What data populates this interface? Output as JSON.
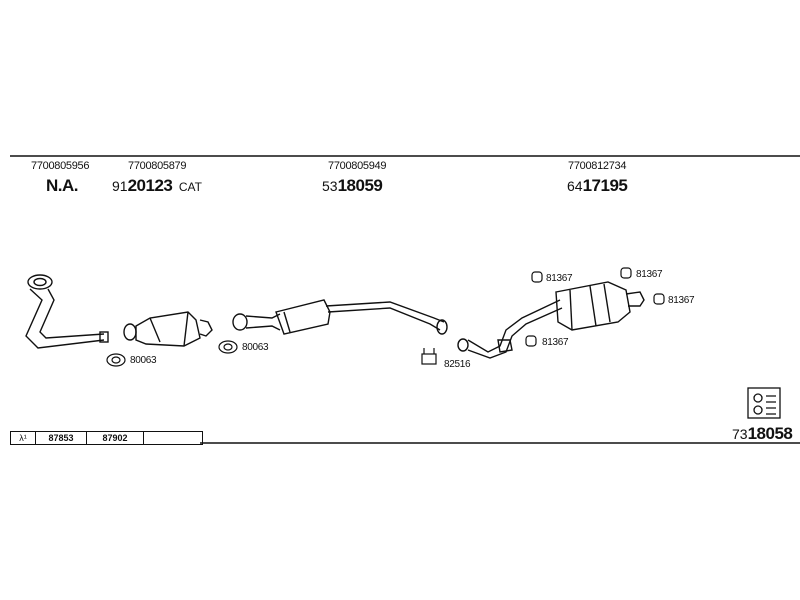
{
  "parts": {
    "p1": {
      "oem": "7700805956",
      "number": "N.A."
    },
    "p2": {
      "oem": "7700805879",
      "prefix": "91",
      "number": "20123",
      "suffix": "CAT"
    },
    "p3": {
      "oem": "7700805949",
      "prefix": "53",
      "number": "18059"
    },
    "p4": {
      "oem": "7700812734",
      "prefix": "64",
      "number": "17195"
    },
    "kit": {
      "prefix": "73",
      "number": "18058"
    }
  },
  "accessories": {
    "a1": "80063",
    "a2": "80063",
    "a3": "82516",
    "h1": "81367",
    "h2": "81367",
    "h3": "81367",
    "h4": "81367"
  },
  "lambda_table": {
    "symbol": "λ¹",
    "cells": [
      "87853",
      "87902",
      ""
    ]
  },
  "colors": {
    "line": "#111111",
    "background": "#ffffff"
  }
}
